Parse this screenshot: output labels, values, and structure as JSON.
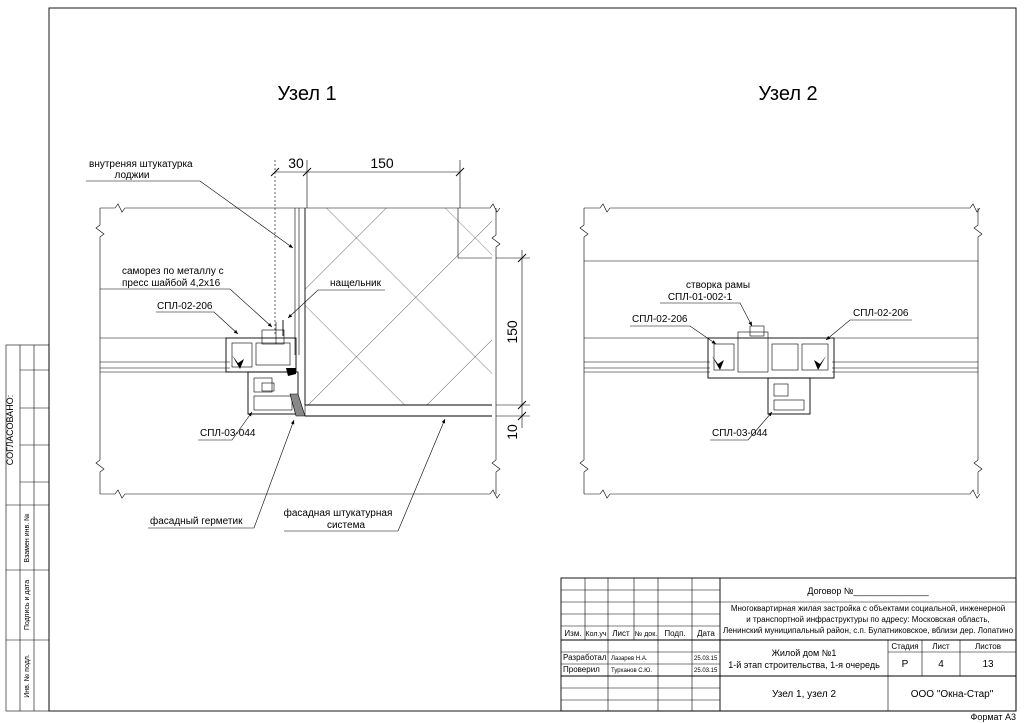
{
  "sheet": {
    "format_label": "Формат А3"
  },
  "node1": {
    "title": "Узел 1",
    "dims": {
      "d30": "30",
      "d150h": "150",
      "d150v": "150",
      "d10": "10"
    },
    "labels": {
      "inner_plaster": [
        "внутреняя штукатурка",
        "лоджии"
      ],
      "screw": [
        "саморез по металлу с",
        "пресс шайбой 4,2х16"
      ],
      "nashchelnik": "нащельник",
      "profile_top": "СПЛ-02-206",
      "profile_bottom": "СПЛ-03-044",
      "sealant": "фасадный герметик",
      "facade_plaster": [
        "фасадная штукатурная",
        "система"
      ]
    }
  },
  "node2": {
    "title": "Узел 2",
    "labels": {
      "sash": [
        "створка рамы",
        "СПЛ-01-002-1"
      ],
      "profile_left": "СПЛ-02-206",
      "profile_right": "СПЛ-02-206",
      "profile_bottom": "СПЛ-03-044"
    }
  },
  "side_stamp": {
    "agreed": "СОГЛАСОВАНО:",
    "replace_inv": "Взамен инв. №",
    "sign_date": "Подпись и дата",
    "inv_orig": "Инв. № подл."
  },
  "title_block": {
    "contract": "Договор №_______________",
    "object": [
      "Многоквартирная жилая застройка с объектами социальной, инженерной",
      "и транспортной инфраструктуры по адресу: Московская область,",
      "Ленинский муниципальный район, с.п. Булатниковское, вблизи дер. Лопатино"
    ],
    "building": [
      "Жилой дом №1",
      "1-й этап строительства, 1-я очередь"
    ],
    "sheet_title": "Узел 1, узел 2",
    "company": "ООО \"Окна-Стар\"",
    "headers": {
      "izm": "Изм.",
      "kol_uch": "Кол.уч",
      "list": "Лист",
      "ndok": "№ док.",
      "podp": "Подп.",
      "data": "Дата",
      "stadia": "Стадия",
      "list2": "Лист",
      "listov": "Листов"
    },
    "values": {
      "stadia": "Р",
      "list": "4",
      "listov": "13"
    },
    "people": [
      {
        "role": "Разработал",
        "name": "Лазарев Н.А.",
        "date": "25.03.15"
      },
      {
        "role": "Проверил",
        "name": "Турханов С.Ю.",
        "date": "25.03.15"
      }
    ]
  }
}
